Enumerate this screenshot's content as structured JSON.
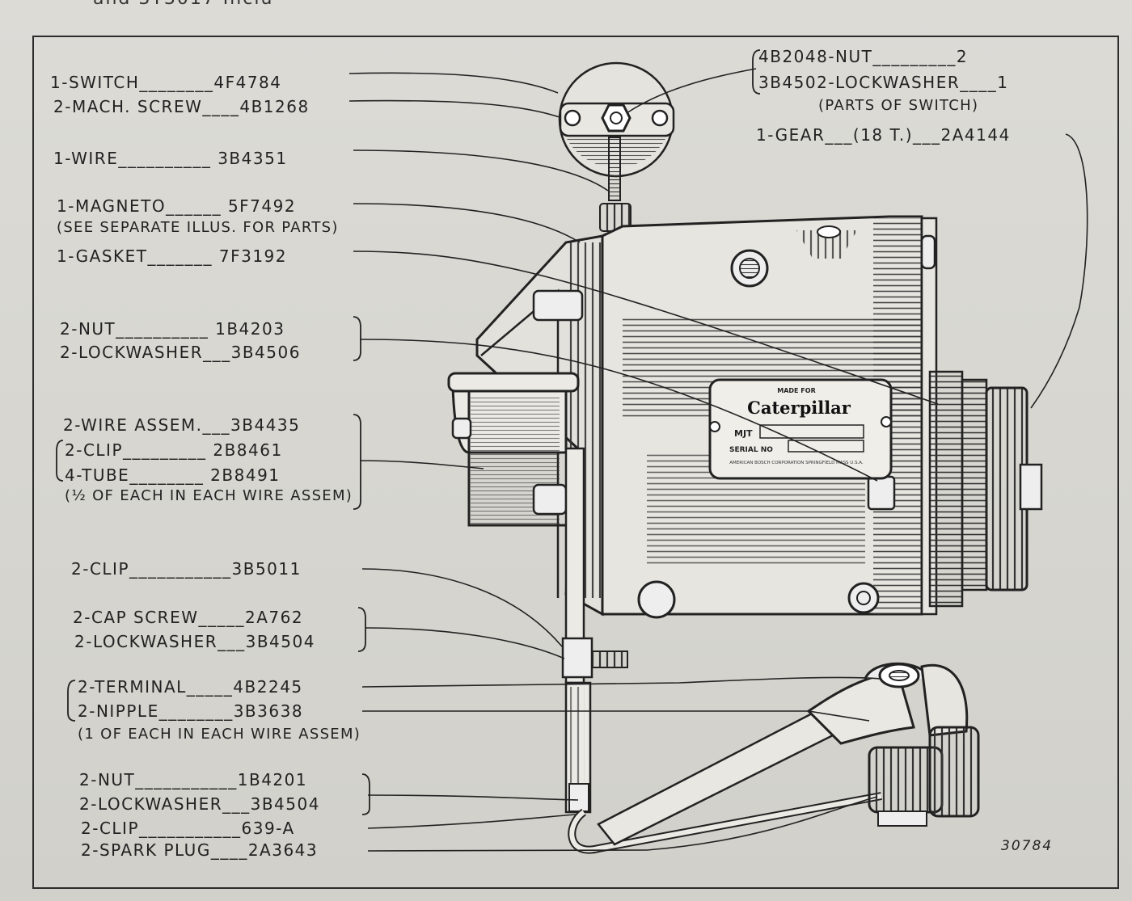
{
  "header_fragment": "and 3T3017 Inclu",
  "figure_number": "30784",
  "nameplate": {
    "made_for": "MADE FOR",
    "brand": "Caterpillar",
    "mjt": "MJT",
    "serial": "SERIAL NO",
    "maker": "AMERICAN BOSCH CORPORATION SPRINGFIELD MASS U.S.A."
  },
  "labels": {
    "switch": "1-SWITCH________4F4784",
    "mach_screw": "2-MACH. SCREW____4B1268",
    "wire": "1-WIRE__________ 3B4351",
    "magneto": "1-MAGNETO______ 5F7492",
    "magneto_note": "(SEE SEPARATE ILLUS. FOR PARTS)",
    "gasket": "1-GASKET_______ 7F3192",
    "nut_1": "2-NUT__________ 1B4203",
    "lockwasher_1": "2-LOCKWASHER___3B4506",
    "wire_assem": "2-WIRE  ASSEM.___3B4435",
    "clip_1": "2-CLIP_________ 2B8461",
    "tube": "4-TUBE________ 2B8491",
    "wire_note": "(½ OF EACH IN EACH WIRE ASSEM)",
    "clip_2": "2-CLIP___________3B5011",
    "cap_screw": "2-CAP SCREW_____2A762",
    "lockwasher_2": "2-LOCKWASHER___3B4504",
    "terminal": "2-TERMINAL_____4B2245",
    "nipple": "2-NIPPLE________3B3638",
    "terminal_note": "(1 OF EACH IN EACH WIRE ASSEM)",
    "nut_2": "2-NUT___________1B4201",
    "lockwasher_3": "2-LOCKWASHER___3B4504",
    "clip_3": "2-CLIP___________639-A",
    "spark_plug": "2-SPARK PLUG____2A3643",
    "nut_switch": "4B2048-NUT_________2",
    "lockwasher_switch": "3B4502-LOCKWASHER____1",
    "switch_note": "(PARTS OF SWITCH)",
    "gear": "1-GEAR___(18 T.)___2A4144"
  },
  "colors": {
    "ink": "#222222",
    "paper": "#d8d7d1"
  }
}
